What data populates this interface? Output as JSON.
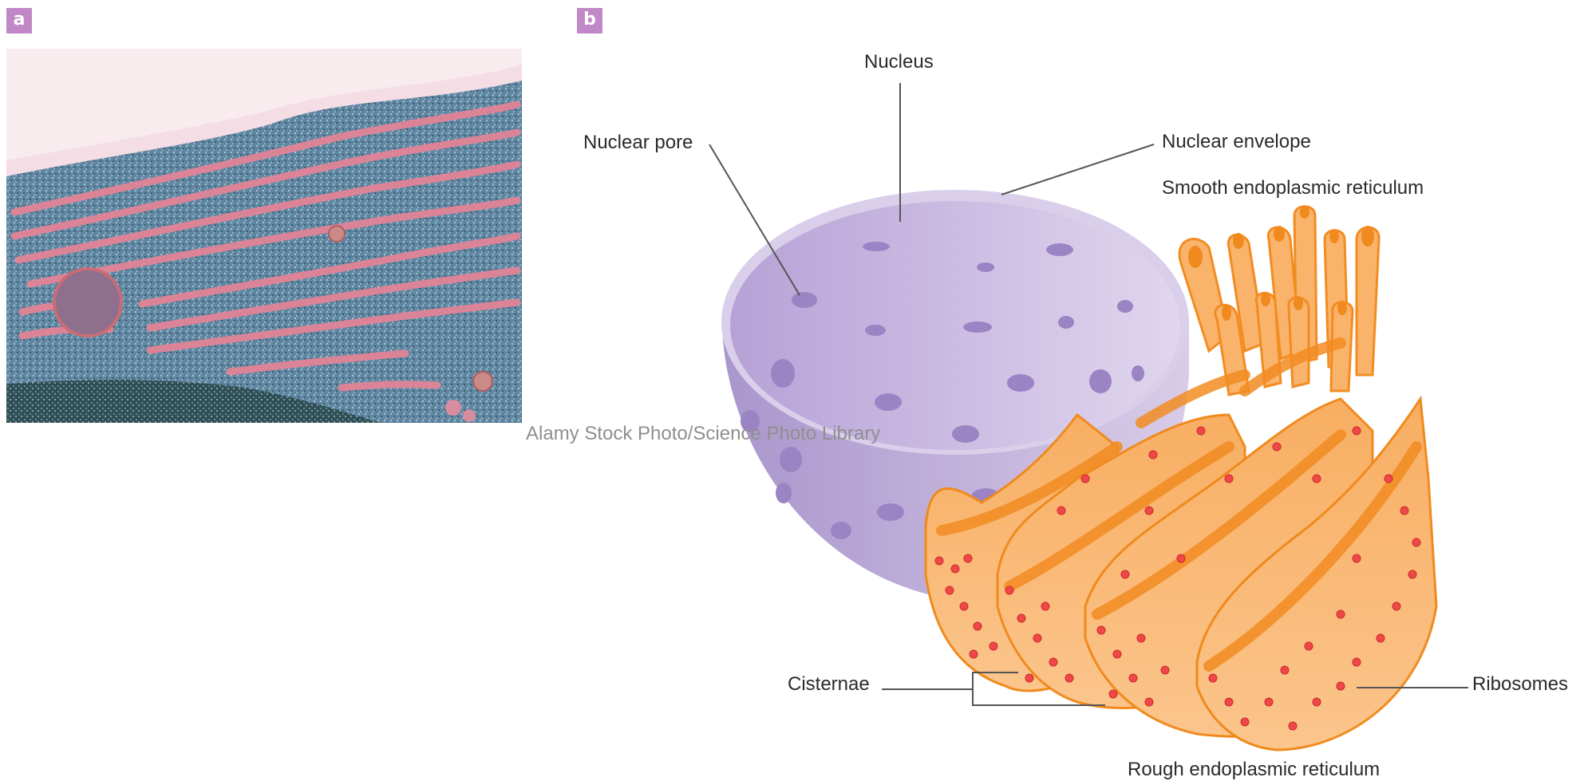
{
  "panels": {
    "a": "a",
    "b": "b"
  },
  "credit": "Alamy Stock Photo/Science Photo Library",
  "labels": {
    "nucleus": "Nucleus",
    "nuclear_pore": "Nuclear pore",
    "nuclear_envelope": "Nuclear envelope",
    "smooth_er": "Smooth endoplasmic reticulum",
    "cisternae": "Cisternae",
    "ribosomes": "Ribosomes",
    "rough_er": "Rough endoplasmic reticulum"
  },
  "colors": {
    "panel_tag": "#c088c6",
    "nucleus_fill": "#c4b0dc",
    "er_fill": "#f9b46a",
    "er_lumen": "#f28c22",
    "ribosome": "#e84a4a",
    "micrograph_membrane": "#e48a9a",
    "micrograph_cytoplasm": "#6a8ea8"
  }
}
